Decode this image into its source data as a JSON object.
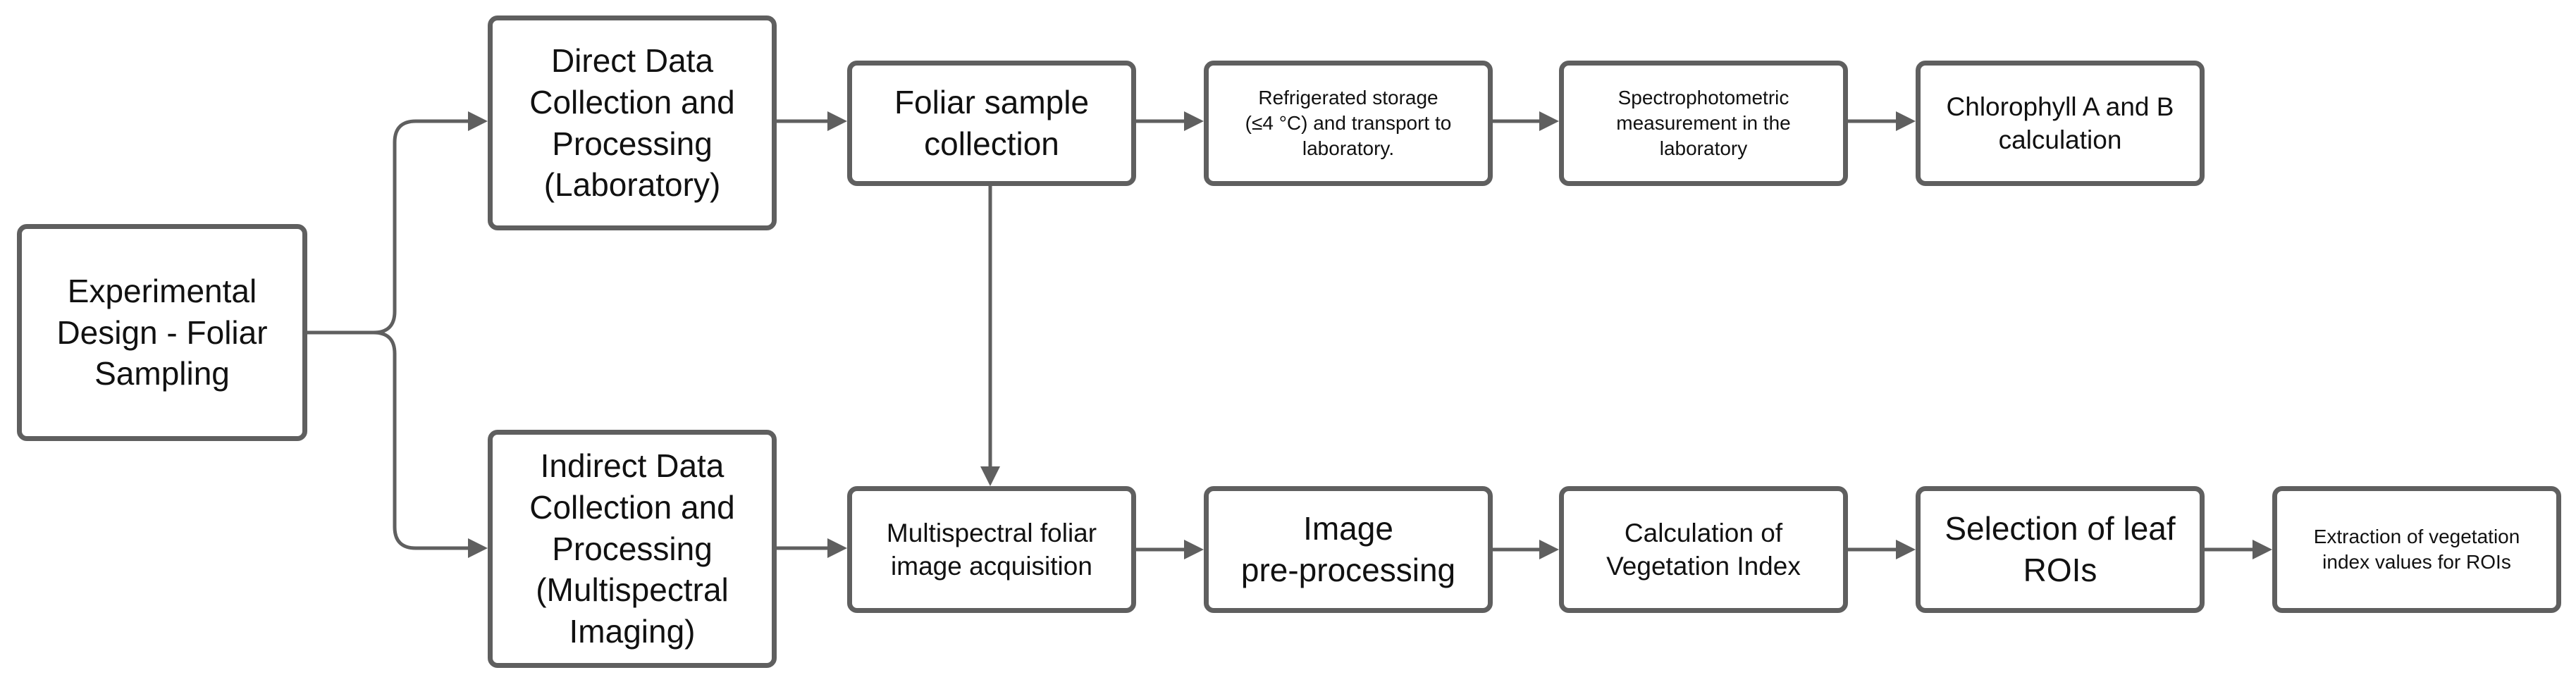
{
  "colors": {
    "stroke": "#5f5f5f",
    "text": "#111111",
    "background": "#ffffff"
  },
  "nodes": {
    "start": "Experimental\nDesign - Foliar\nSampling",
    "direct": "Direct Data\nCollection and\nProcessing\n(Laboratory)",
    "indirect": "Indirect Data\nCollection and\nProcessing\n(Multispectral\nImaging)",
    "foliar": "Foliar sample\ncollection",
    "refrig": "Refrigerated storage\n(≤4 °C) and transport to\nlaboratory.",
    "spectro": "Spectrophotometric\nmeasurement in the\nlaboratory",
    "chloro": "Chlorophyll A and B\ncalculation",
    "multi": "Multispectral foliar\nimage acquisition",
    "preproc": "Image\npre-processing",
    "vegidx": "Calculation of\nVegetation Index",
    "rois": "Selection of leaf\nROIs",
    "extract": "Extraction of vegetation\nindex values for ROIs"
  },
  "edges": [
    {
      "from": "start",
      "to": "direct"
    },
    {
      "from": "start",
      "to": "indirect"
    },
    {
      "from": "direct",
      "to": "foliar"
    },
    {
      "from": "foliar",
      "to": "refrig"
    },
    {
      "from": "refrig",
      "to": "spectro"
    },
    {
      "from": "spectro",
      "to": "chloro"
    },
    {
      "from": "foliar",
      "to": "multi"
    },
    {
      "from": "indirect",
      "to": "multi"
    },
    {
      "from": "multi",
      "to": "preproc"
    },
    {
      "from": "preproc",
      "to": "vegidx"
    },
    {
      "from": "vegidx",
      "to": "rois"
    },
    {
      "from": "rois",
      "to": "extract"
    }
  ]
}
